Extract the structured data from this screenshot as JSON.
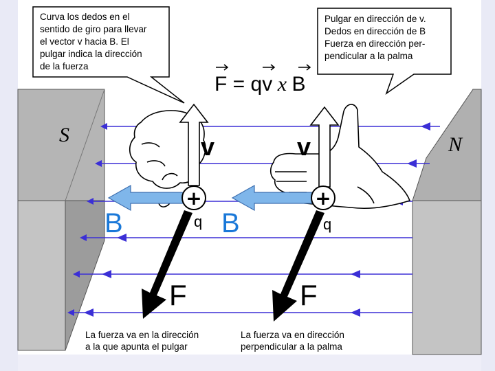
{
  "callouts": {
    "left": [
      "Curva los dedos en el",
      "sentido de giro para llevar",
      "el vector v hacia B. El",
      "pulgar indica la dirección",
      "de la fuerza"
    ],
    "right": [
      "Pulgar en dirección de v.",
      "Dedos en dirección de B",
      "Fuerza en dirección per-",
      "pendicular a la palma"
    ]
  },
  "formula": {
    "F": "F",
    "eq": " = q",
    "v": "v",
    "x": " x ",
    "B": "B"
  },
  "poles": {
    "south": "S",
    "north": "N"
  },
  "labels": {
    "velocity_left": "v",
    "velocity_right": "v",
    "field_left": "B",
    "field_right": "B",
    "charge_left": "q",
    "charge_right": "q",
    "force_left": "F",
    "force_right": "F",
    "charge_symbol": "+"
  },
  "captions": {
    "left": [
      "La fuerza va en la dirección",
      "a la que apunta el pulgar"
    ],
    "right": [
      "La fuerza va en dirección",
      "perpendicular a la palma"
    ]
  },
  "colors": {
    "field_line": "#3b2fd6",
    "b_arrow": "#7fb6ea",
    "b_label": "#1a78d8",
    "magnet_face": "#b5b5b5",
    "magnet_side": "#8f8f8f"
  }
}
